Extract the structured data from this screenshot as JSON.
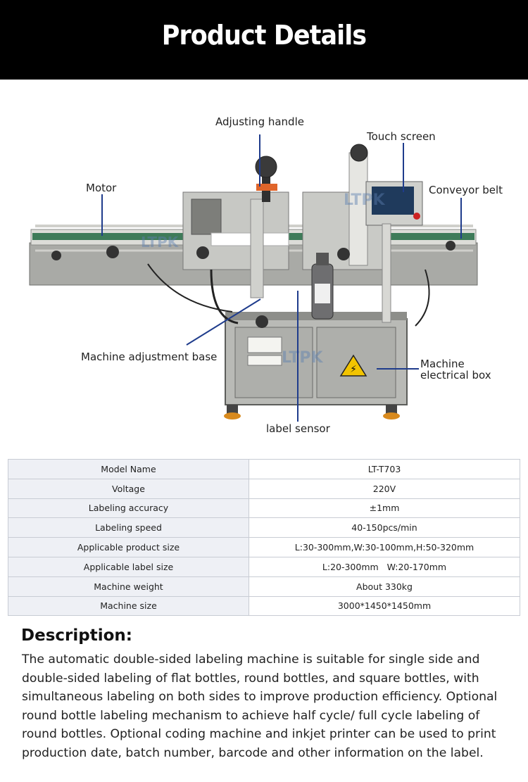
{
  "header": {
    "title": "Product Details"
  },
  "photo": {
    "watermark": "LTPK",
    "callouts": {
      "adjusting_handle": "Adjusting handle",
      "touch_screen": "Touch screen",
      "motor": "Motor",
      "conveyor_belt": "Conveyor belt",
      "adjustment_base": "Machine adjustment base",
      "electrical_box_line1": "Machine",
      "electrical_box_line2": "electrical box",
      "label_sensor": "label sensor"
    },
    "colors": {
      "accent_line": "#1f3c8c",
      "steel": "#a8a9a6",
      "belt": "#2e6b4a",
      "cabinet": "#b9bab6"
    }
  },
  "specs": {
    "rows": [
      {
        "name": "Model Name",
        "value": "LT-T703"
      },
      {
        "name": "Voltage",
        "value": "220V"
      },
      {
        "name": "Labeling accuracy",
        "value": "±1mm"
      },
      {
        "name": "Labeling speed",
        "value": "40-150pcs/min"
      },
      {
        "name": "Applicable product size",
        "value": "L:30-300mm,W:30-100mm,H:50-320mm"
      },
      {
        "name": "Applicable label size",
        "value": "L:20-300mm   W:20-170mm"
      },
      {
        "name": "Machine weight",
        "value": "About 330kg"
      },
      {
        "name": "Machine size",
        "value": "3000*1450*1450mm"
      }
    ]
  },
  "description": {
    "title": "Description:",
    "body": "The automatic double-sided labeling machine is suitable for single side and double-sided labeling of flat bottles, round bottles, and square bottles, with simultaneous labeling on both sides to improve production efficiency. Optional round bottle labeling mechanism to achieve half cycle/ full cycle labeling of round bottles. Optional coding machine and inkjet printer can be used to print production date, batch number, barcode and other information on the label."
  }
}
